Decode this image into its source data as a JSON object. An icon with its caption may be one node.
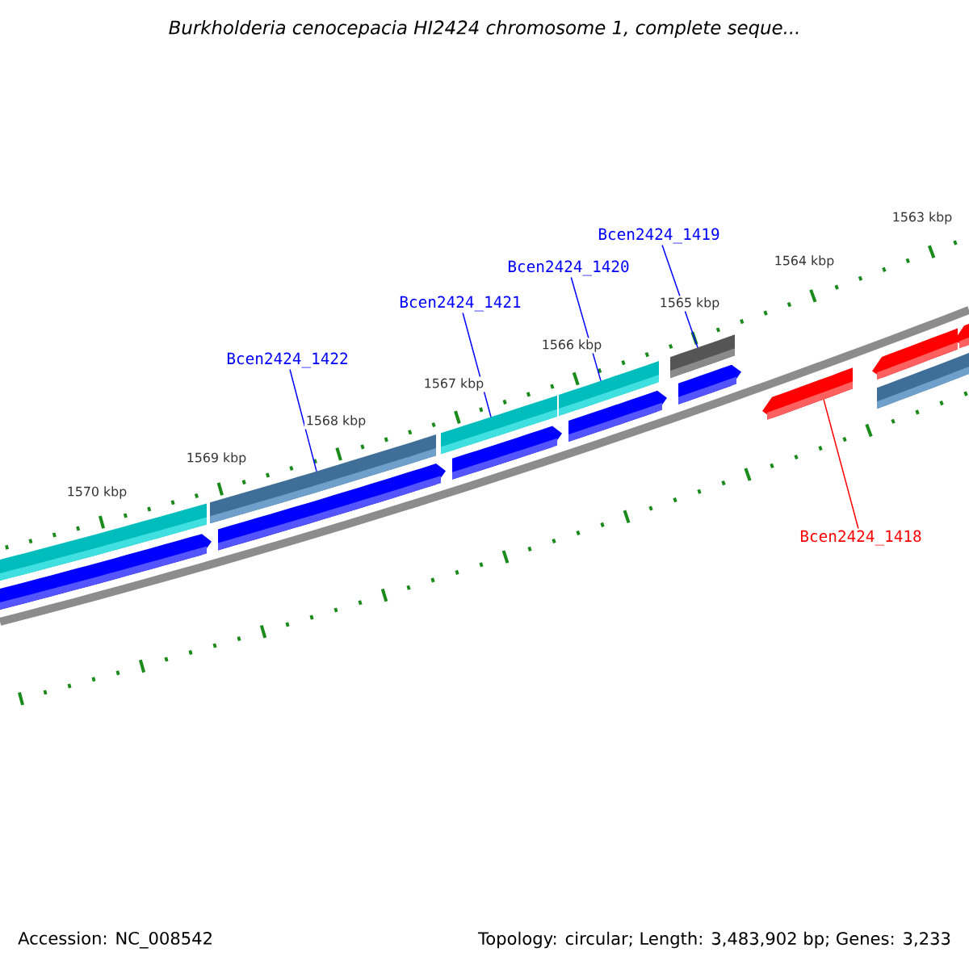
{
  "diagram": {
    "title": "Burkholderia cenocepacia HI2424 chromosome 1, complete seque...",
    "nodes": [
      {
        "text": [
          "Bcen2424_1422"
        ]
      },
      {
        "text": [
          "Bcen2424_1421"
        ]
      },
      {
        "text": [
          "Bcen2424_1420"
        ]
      },
      {
        "text": [
          "Bcen2424_1419"
        ]
      },
      {
        "text": [
          "Bcen2424_1418"
        ]
      },
      {
        "text": [],
        "shape": "bar"
      },
      {
        "text": [],
        "shape": "bar"
      },
      {
        "text": [],
        "shape": "bar"
      },
      {
        "text": [],
        "shape": "bar"
      },
      {
        "text": [],
        "shape": "bar"
      },
      {
        "text": [],
        "shape": "arrow"
      },
      {
        "text": [],
        "shape": "arrow"
      },
      {
        "text": [],
        "shape": "arrow"
      },
      {
        "text": [],
        "shape": "arrow"
      },
      {
        "text": [],
        "shape": "arrow"
      },
      {
        "text": [],
        "shape": "arrow"
      },
      {
        "text": [],
        "shape": "arrow"
      },
      {
        "text": [],
        "shape": "arrow"
      },
      {
        "text": [],
        "shape": "bar"
      }
    ],
    "edges": [
      {
        "from": 0,
        "to": 6,
        "arrow": "none"
      },
      {
        "from": 1,
        "to": 7,
        "arrow": "none"
      },
      {
        "from": 2,
        "to": 8,
        "arrow": "none"
      },
      {
        "from": 3,
        "to": 9,
        "arrow": "none"
      },
      {
        "from": 4,
        "to": 15,
        "arrow": "none",
        "color": "#ff0000"
      }
    ],
    "labels": [
      "1563 kbp",
      "1564 kbp",
      "1565 kbp",
      "1566 kbp",
      "1567 kbp",
      "1568 kbp",
      "1569 kbp",
      "1570 kbp",
      "Accession: NC_008542",
      "Topology: circular; Length: 3,483,902 bp; Genes: 3,233"
    ]
  }
}
